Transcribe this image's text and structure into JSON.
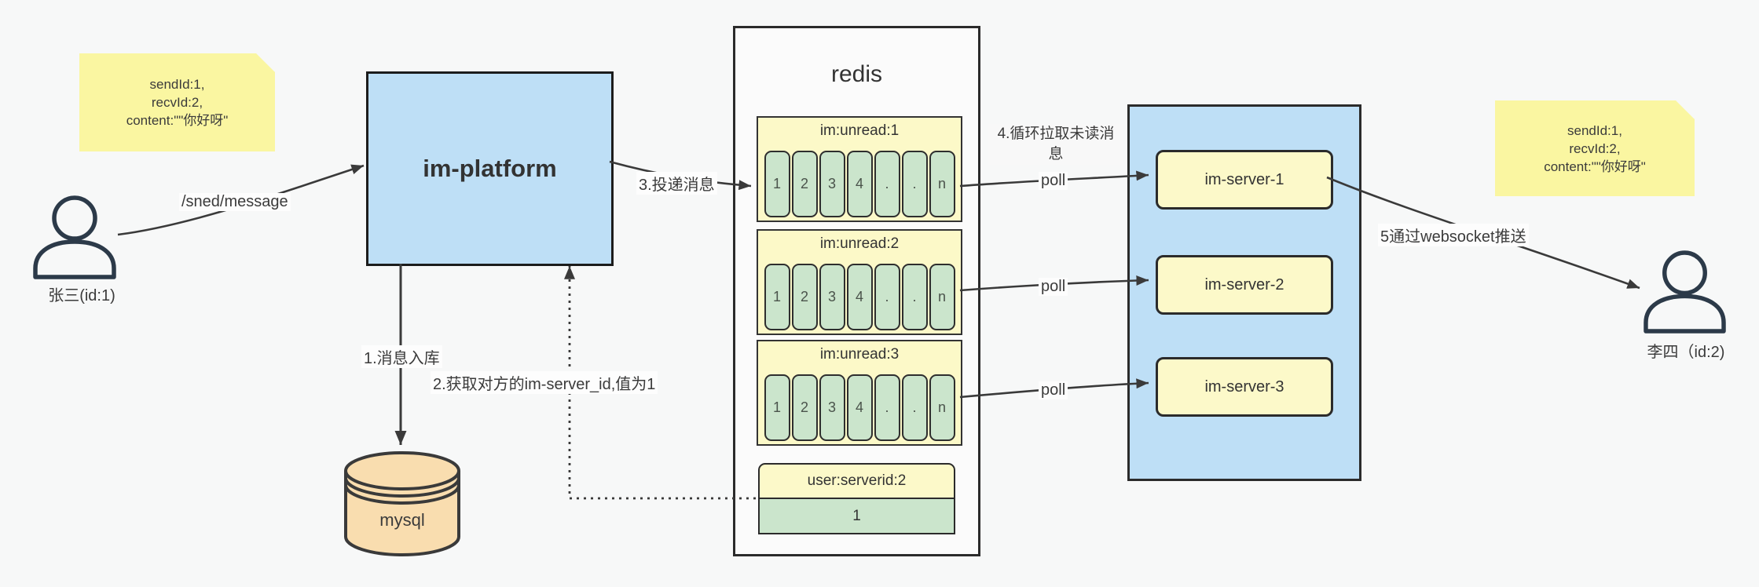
{
  "notes": {
    "left": {
      "lines": [
        "sendId:1,",
        "recvId:2,",
        "content:\"\"你好呀\""
      ]
    },
    "right": {
      "lines": [
        "sendId:1,",
        "recvId:2,",
        "content:\"\"你好呀\""
      ]
    }
  },
  "actors": {
    "sender": {
      "label": "张三(id:1)"
    },
    "receiver": {
      "label": "李四（id:2)"
    }
  },
  "platform": {
    "label": "im-platform"
  },
  "database": {
    "label": "mysql"
  },
  "redis": {
    "title": "redis",
    "queues": [
      {
        "name": "im:unread:1",
        "cells": [
          "1",
          "2",
          "3",
          "4",
          ".",
          ".",
          "n"
        ]
      },
      {
        "name": "im:unread:2",
        "cells": [
          "1",
          "2",
          "3",
          "4",
          ".",
          ".",
          "n"
        ]
      },
      {
        "name": "im:unread:3",
        "cells": [
          "1",
          "2",
          "3",
          "4",
          ".",
          ".",
          "n"
        ]
      }
    ],
    "kv": {
      "key": "user:serverid:2",
      "value": "1"
    }
  },
  "servers": {
    "items": [
      {
        "label": "im-server-1"
      },
      {
        "label": "im-server-2"
      },
      {
        "label": "im-server-3"
      }
    ]
  },
  "edges": {
    "send": "/sned/message",
    "store": "1.消息入库",
    "fetch": "2.获取对方的im-server_id,值为1",
    "deliver": "3.投递消息",
    "pull": "4.循环拉取未读消息",
    "poll1": "poll",
    "poll2": "poll",
    "poll3": "poll",
    "push": "5通过websocket推送"
  },
  "colors": {
    "page_bg": "#f7f8f8",
    "note_yellow": "#faf6a1",
    "box_blue": "#bedff6",
    "queue_yellow": "#fcf9c8",
    "cell_green": "#cbe5cc",
    "mysql_tan": "#f9ddaf",
    "line_dark": "#3a3a3a",
    "person_navy": "#2c3a49"
  }
}
